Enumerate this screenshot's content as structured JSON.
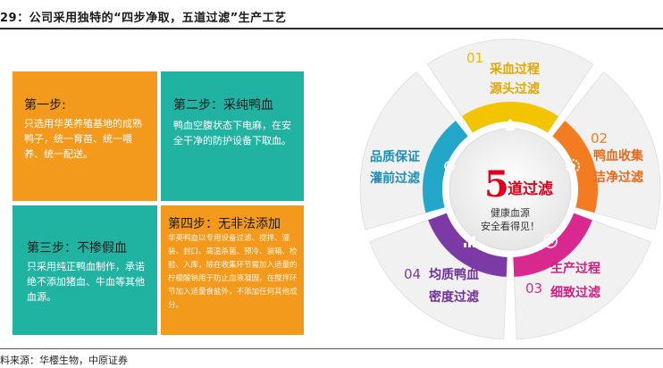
{
  "header": {
    "title": "29：公司采用独特的“四步净取，五道过滤”生产工艺"
  },
  "footer": {
    "source": "料来源：华樱生物，中原证券"
  },
  "steps": [
    {
      "title": "第一步:",
      "body": "只选用华英养殖基地的成熟鸭子，统一育苗、统一喂养、统一配送。"
    },
    {
      "title": "第二步：采纯鸭血",
      "body": "鸭血空腹状态下电麻，在安全干净的防护设备下取血。"
    },
    {
      "title": "第三步：不掺假血",
      "body": "只采用纯正鸭血制作，承诺绝不添加猪血、牛血等其他血源。"
    },
    {
      "title": "第四步：无非法添加",
      "body": "华英鸭血以专用设备过滤、搅拌、灌装、封口、高温杀菌、预冷、装箱、检验、入库，除在收集环节需加入适量的柠檬酸钠用于防止血液凝固，在搅拌环节加入适量食盐外，不添加任何其他成分。"
    }
  ],
  "wheel": {
    "center_big": "5",
    "center_title": "道过滤",
    "center_sub1": "健康血源",
    "center_sub2": "安全看得见！",
    "stages": [
      {
        "num": "01",
        "line1": "采血过程",
        "line2": "源头过滤",
        "color": "#f2c500",
        "icon": "home-icon"
      },
      {
        "num": "02",
        "line1": "鸭血收集",
        "line2": "洁净过滤",
        "color": "#f47c20",
        "icon": "gear-icon"
      },
      {
        "num": "03",
        "line1": "生产过程",
        "line2": "细致过滤",
        "color": "#d9288f",
        "icon": "clock-icon"
      },
      {
        "num": "04",
        "line1": "均质鸭血",
        "line2": "密度过滤",
        "color": "#7b3aa6",
        "icon": "bar-chart-icon"
      },
      {
        "num": "",
        "line1": "品质保证",
        "line2": "灌前过滤",
        "color": "#22a6c9",
        "icon": "lightbulb-icon"
      }
    ]
  }
}
